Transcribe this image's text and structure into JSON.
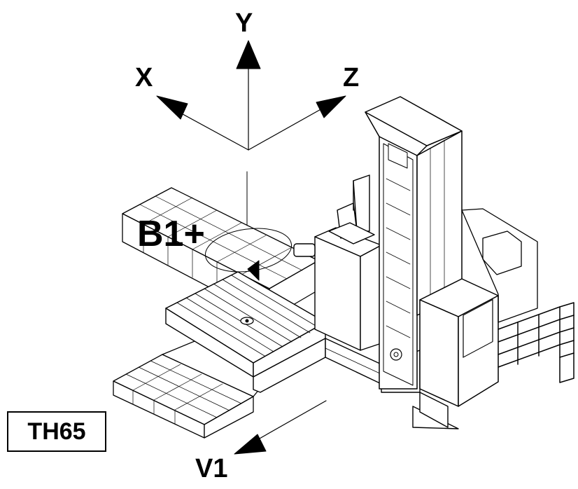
{
  "labels": {
    "axis_y": "Y",
    "axis_x": "X",
    "axis_z": "Z",
    "rotary_b1": "B1+",
    "axis_v1": "V1",
    "model": "TH65"
  },
  "colors": {
    "line": "#000000",
    "background": "#ffffff"
  },
  "icons": {
    "axis_arrowhead": "filled-triangle"
  }
}
